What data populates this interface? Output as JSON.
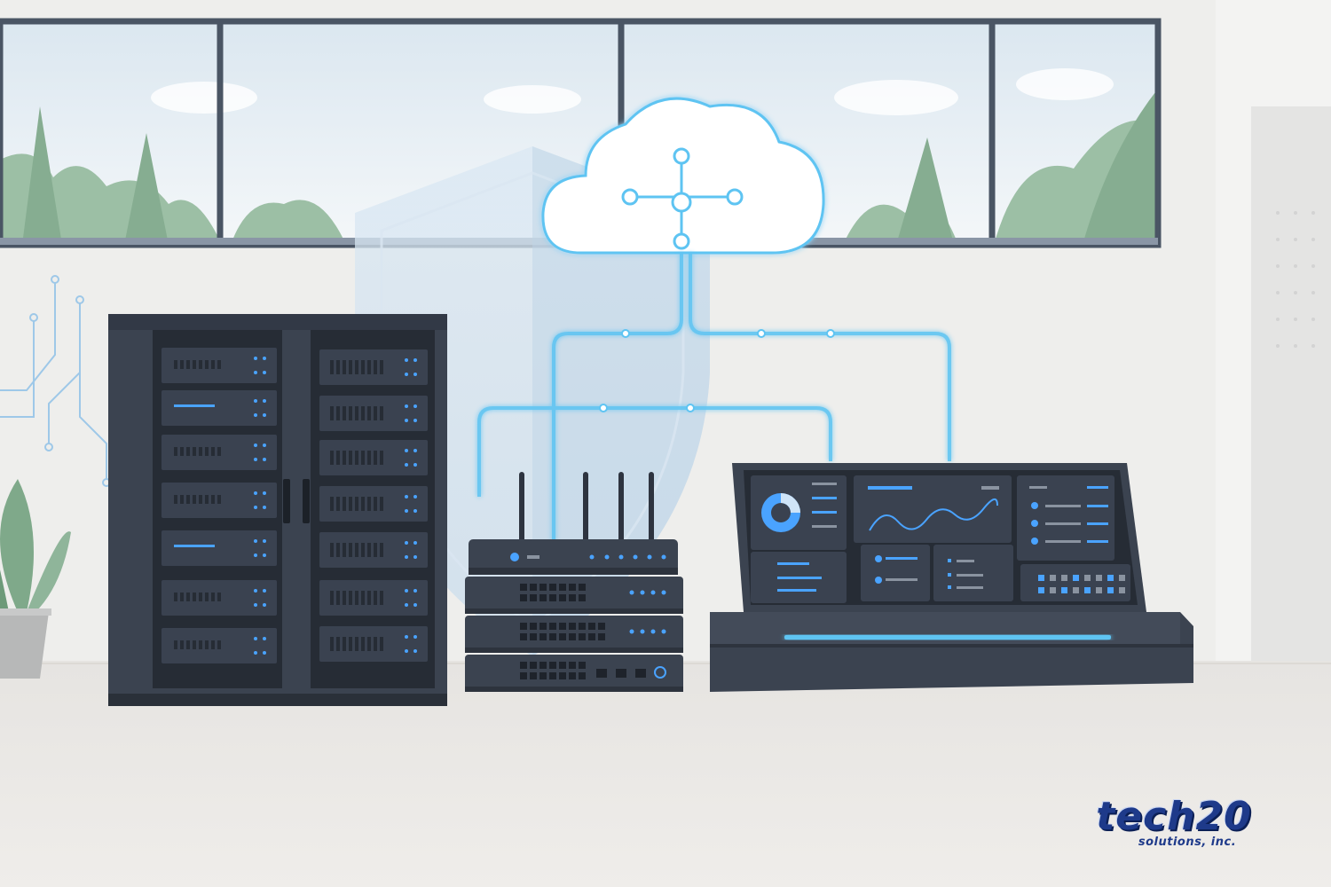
{
  "logo": {
    "name": "tech20",
    "tagline": "solutions, inc.",
    "color": "#1e3a8a"
  },
  "palette": {
    "wall": "#eeeeec",
    "floor": "#ebe9e6",
    "equipment": "#3b4350",
    "equipment_dark": "#262c35",
    "glow": "#5ec4f2",
    "led": "#4aa3ff",
    "foliage": "#8fb59a"
  },
  "scene_elements": [
    "cloud-icon",
    "shield-icon",
    "server-rack",
    "wifi-router",
    "network-switch",
    "monitoring-dashboard",
    "potted-plant",
    "circuit-trace"
  ]
}
